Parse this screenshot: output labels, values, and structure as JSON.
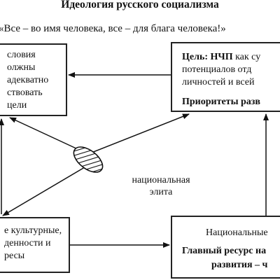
{
  "title": "Идеология русского социализма",
  "slogan": "«Все – во имя человека, все – для блага человека!»",
  "box_top_left": {
    "lines": [
      "словия",
      "олжны",
      "адекватно",
      "ствовать",
      "цели"
    ]
  },
  "box_top_right": {
    "line1_bold": "Цель: НЧП",
    "line1_rest": " как су",
    "line2": "потенциалов отд",
    "line3": "личностей и всей",
    "line4_bold": "Приоритеты разв"
  },
  "box_bottom_left": {
    "lines": [
      "е культурные,",
      "денности и",
      "ресы"
    ]
  },
  "box_bottom_right": {
    "line1": "Национальные",
    "line2_bold": "Главный ресурс на",
    "line3_bold": "развития – ч"
  },
  "elite_label": {
    "line1": "национальная",
    "line2": "элита"
  }
}
